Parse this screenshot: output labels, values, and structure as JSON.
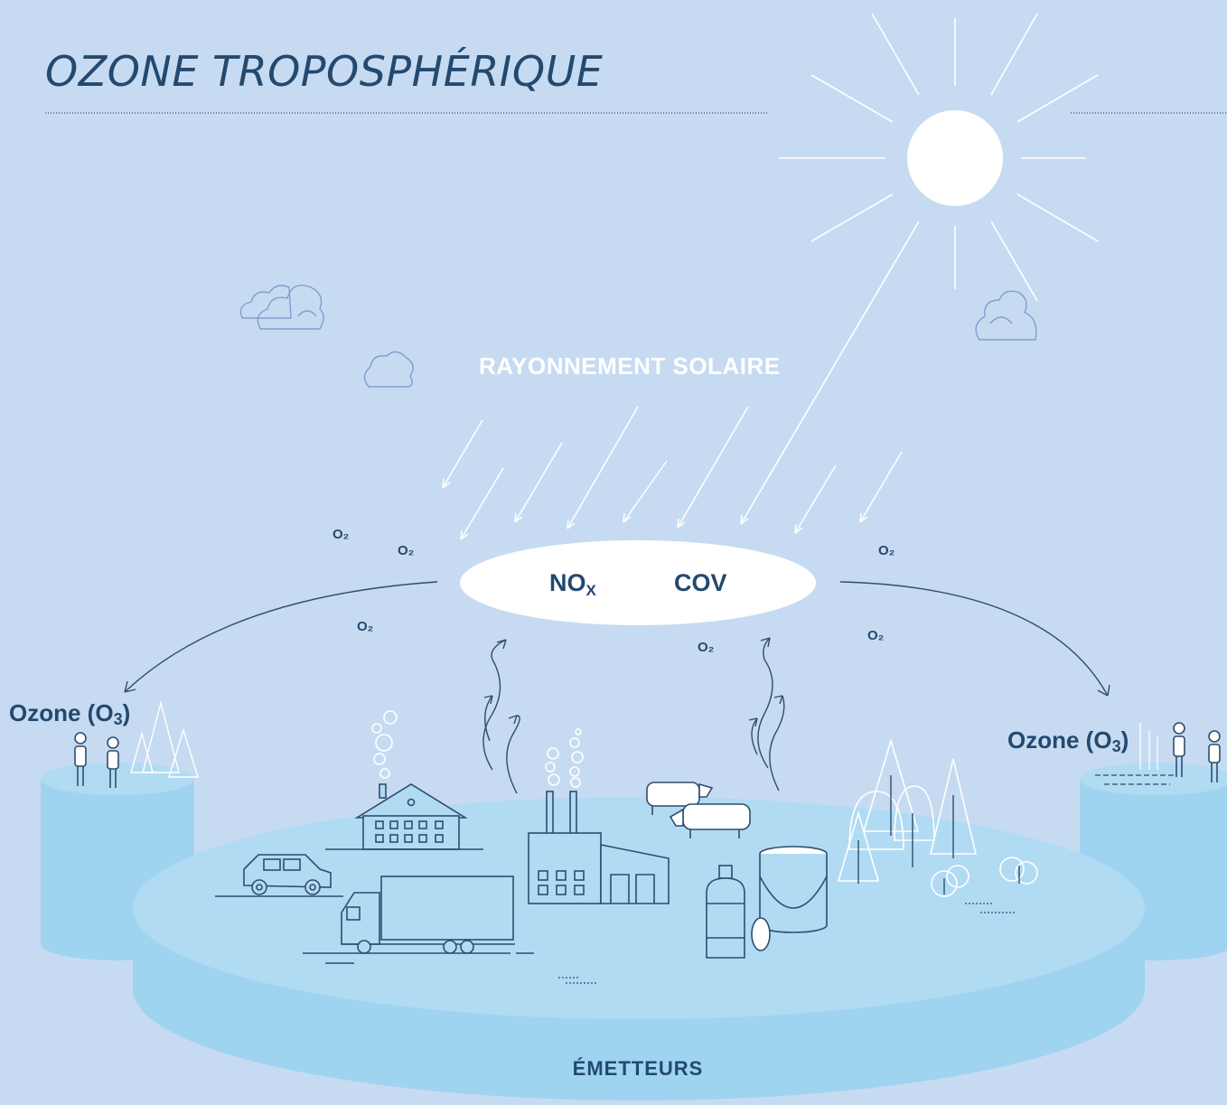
{
  "title": "OZONE TROPOSPHÉRIQUE",
  "solar_label": "RAYONNEMENT SOLAIRE",
  "precursors": {
    "nox_main": "NO",
    "nox_sub": "X",
    "cov": "COV"
  },
  "o2_label": "O₂",
  "ozone": {
    "main": "Ozone (O",
    "sub": "3",
    "close": ")"
  },
  "emitters_label": "ÉMETTEURS",
  "colors": {
    "background": "#c6dbf1",
    "title": "#23496f",
    "platform_top": "#b1dbf2",
    "platform_side": "#9fd4f0",
    "line": "#2e4d6e",
    "sun": "#ffffff",
    "cloud_outline": "#7f9fd0"
  }
}
